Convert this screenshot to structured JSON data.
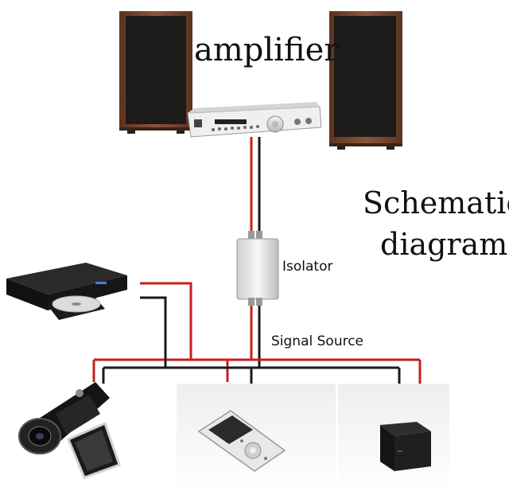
{
  "labels": {
    "amplifier": "amplifier",
    "schematic_line1": "Schematic",
    "schematic_line2": "diagram",
    "isolator": "Isolator",
    "signal_source": "Signal Source"
  },
  "colors": {
    "red_wire": "#c81e1e",
    "black_wire": "#1a1a1a",
    "speaker_wood": "#7a4a2e",
    "speaker_grill": "#1d1b1a",
    "amp_body": "#d8d8d8",
    "device_dark": "#151515"
  },
  "icons": {
    "left_speaker": "speaker-icon",
    "right_speaker": "speaker-icon",
    "amplifier": "amplifier-icon",
    "isolator": "isolator-box-icon",
    "dvd_player": "dvd-player-icon",
    "camcorder": "camcorder-icon",
    "mp3_player": "mp3-player-icon",
    "computer": "computer-case-icon"
  }
}
